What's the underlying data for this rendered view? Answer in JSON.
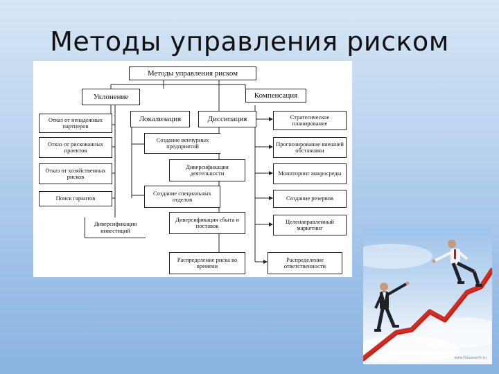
{
  "slide": {
    "title": "Методы управления риском"
  },
  "diagram": {
    "root": "Методы управления риском",
    "categories": {
      "avoidance": "Уклонение",
      "compensation": "Компенсация",
      "localization": "Локализация",
      "dissipation": "Диссипация"
    },
    "avoidance_items": [
      "Отказ от ненадежных партнеров",
      "Отказ от рискованных проектов",
      "Отказ от хозяйственных рисков",
      "Поиск гарантов"
    ],
    "avoidance_extra": "Диверсификация инвестиций",
    "localization_items": [
      "Создание венчурных предприятий",
      "Создание специальных отделов"
    ],
    "dissipation_items": [
      "Диверсификация деятельности",
      "Диверсификация сбыта и поставок",
      "Распределение риска во времени"
    ],
    "compensation_items": [
      "Стратегическое планирование",
      "Прогнозирование внешней обстановки",
      "Мониторинг макросреды",
      "Создание резервов",
      "Целенаправленный маркетинг",
      "Распределение ответственности"
    ]
  },
  "photo": {
    "credit": "www.fotosearch.ru",
    "colors": {
      "graph_line": "#d42a1f",
      "suit": "#1e2228",
      "shirt": "#f4f4f4"
    }
  }
}
